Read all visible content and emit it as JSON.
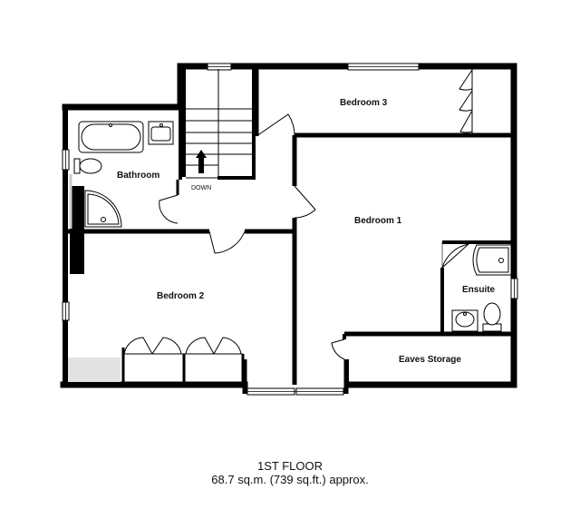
{
  "plan": {
    "rooms": {
      "bedroom_1": "Bedroom 1",
      "bedroom_2": "Bedroom 2",
      "bedroom_3": "Bedroom 3",
      "bathroom": "Bathroom",
      "ensuite": "Ensuite",
      "eaves_storage": "Eaves Storage"
    },
    "stairs_label": "DOWN"
  },
  "footer": {
    "floor_title": "1ST FLOOR",
    "floor_area": "68.7 sq.m. (739 sq.ft.) approx."
  }
}
